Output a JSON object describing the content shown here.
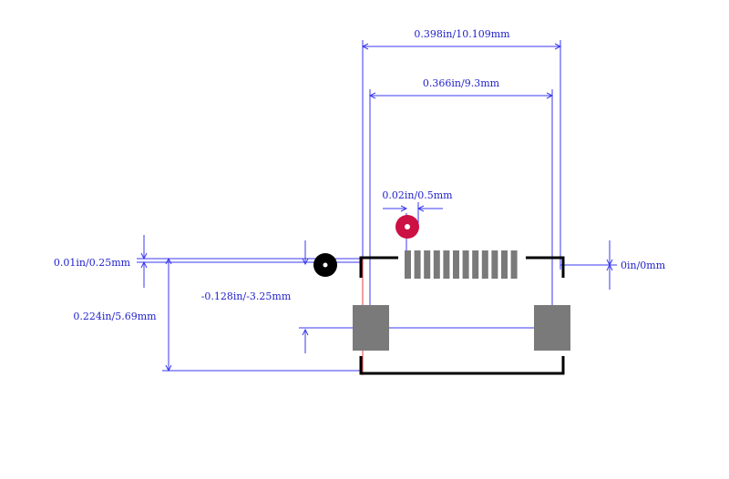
{
  "dimensions": {
    "overall_width": "0.398in/10.109mm",
    "inner_width": "0.366in/9.3mm",
    "pitch": "0.02in/0.5mm",
    "left_offset": "0.01in/0.25mm",
    "right_offset": "0in/0mm",
    "vertical_offset": "-0.128in/-3.25mm",
    "overall_height": "0.224in/5.69mm"
  },
  "footprint": {
    "signal_pad_count": 12
  },
  "colors": {
    "dimension": "#3a3af0",
    "pad": "#7a7a7a",
    "pin1_marker": "#cc1144",
    "origin_marker": "#000000",
    "outline": "#000000"
  }
}
